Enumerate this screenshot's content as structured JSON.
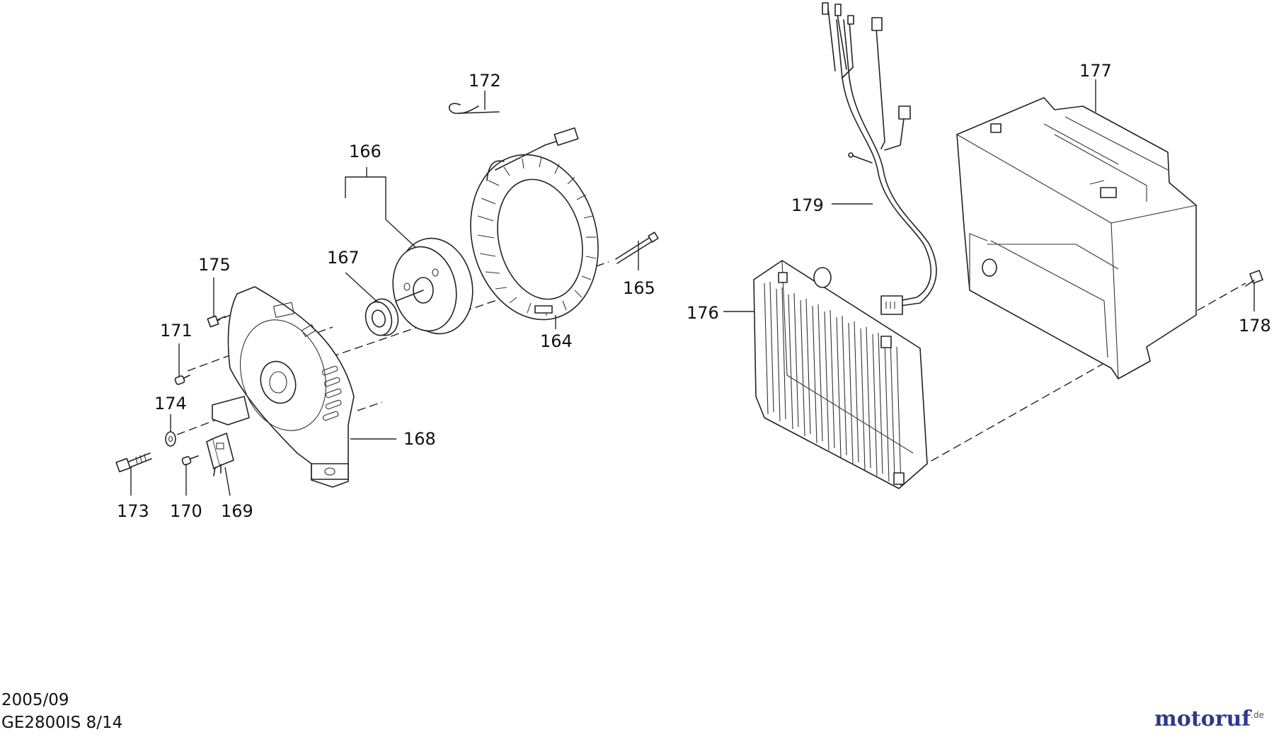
{
  "callouts": {
    "c164": "164",
    "c165": "165",
    "c166": "166",
    "c167": "167",
    "c168": "168",
    "c169": "169",
    "c170": "170",
    "c171": "171",
    "c172": "172",
    "c173": "173",
    "c174": "174",
    "c175": "175",
    "c176": "176",
    "c177": "177",
    "c178": "178",
    "c179": "179"
  },
  "footer": {
    "date": "2005/09",
    "model": "GE2800IS 8/14"
  },
  "logo": {
    "main": "motoruf",
    "suffix": ".de"
  },
  "colors": {
    "logo_primary": "#2c3a8a",
    "logo_accent": "#e07b1a",
    "line": "#222222"
  }
}
